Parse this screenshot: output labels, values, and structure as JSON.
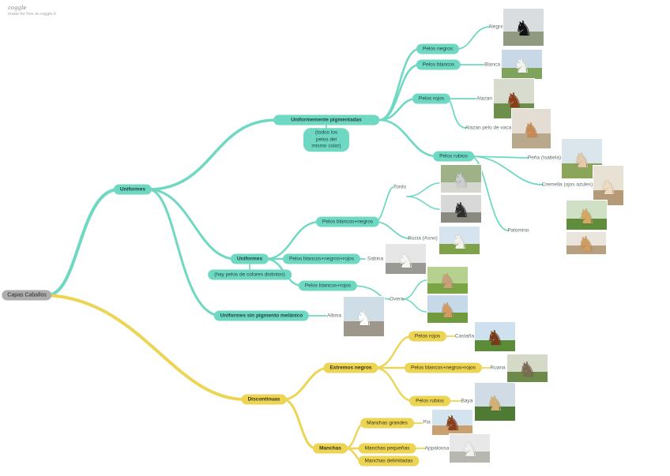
{
  "brand": {
    "logo": "coggle",
    "tagline": "made for free at coggle.it"
  },
  "colors": {
    "teal_branch": "#6ed8c2",
    "yellow_branch": "#ecd455",
    "root": "#aeaeae"
  },
  "root": {
    "label": "Capas Caballos"
  },
  "uniformes": {
    "label": "Uniformes",
    "pigmentadas": {
      "label": "Uniformemente pigmentadas",
      "note": "(todos los pelos del mismo color)",
      "negros": {
        "label": "Pelos negros",
        "leaf": "Negra"
      },
      "blancos": {
        "label": "Pelos blancos",
        "leaf": "Blanca"
      },
      "rojos": {
        "label": "Pelos rojos",
        "leaf1": "Alazan",
        "leaf2": "Alazan pelo de vaca"
      },
      "rubios": {
        "label": "Pelos rubios",
        "leaf1": "Peña (Isabela)",
        "leaf2": "Cremella (ojos azules)",
        "leaf3": "Palomino"
      }
    },
    "mezcla": {
      "label": "Uniformes",
      "note": "(hay pelos de colores distintos)",
      "bn": {
        "label": "Pelos blancos+negros",
        "leaf1": "Tordo",
        "leaf2": "Rucia (Asno)"
      },
      "bnr": {
        "label": "Pelos blancos+negros+rojos",
        "leaf": "Sabina"
      },
      "br": {
        "label": "Pelos blancos+rojos",
        "leaf": "Overa"
      }
    },
    "sin_pigmento": {
      "label": "Uniformes sin pigmento melánico",
      "leaf": "Albina"
    }
  },
  "discontinuas": {
    "label": "Discontinuas",
    "extremos": {
      "label": "Extremos negros",
      "rojos": {
        "label": "Pelos rojos",
        "leaf": "Castaña"
      },
      "bnr": {
        "label": "Pelos blancos+negros+rojos",
        "leaf": "Ruana"
      },
      "rubios": {
        "label": "Pelos rubios",
        "leaf": "Baya"
      }
    },
    "manchas": {
      "label": "Manchas",
      "grandes": {
        "label": "Manchas grandes",
        "leaf": "Pia"
      },
      "pequenas": {
        "label": "Manchas pequeñas",
        "leaf": "Appaloosa"
      },
      "delimitadas": {
        "label": "Manchas delimitadas"
      }
    }
  },
  "photos": [
    {
      "id": "negra",
      "sky": "#d9dde0",
      "ground": "#8f9a80",
      "horse": "#111111"
    },
    {
      "id": "blanca",
      "sky": "#c9d8e6",
      "ground": "#7fa35a",
      "horse": "#f2f2ee"
    },
    {
      "id": "alazan",
      "sky": "#d7dccf",
      "ground": "#6d8f4a",
      "horse": "#8a3d17"
    },
    {
      "id": "alazan-vaca",
      "sky": "#e4ddd3",
      "ground": "#b9a98c",
      "horse": "#c88a52"
    },
    {
      "id": "pena",
      "sky": "#dbe6ec",
      "ground": "#8ba65b",
      "horse": "#e6c9a6"
    },
    {
      "id": "cremella",
      "sky": "#e8e2d5",
      "ground": "#b49a76",
      "horse": "#efdcc0"
    },
    {
      "id": "palomino-1",
      "sky": "#cfe0c4",
      "ground": "#5f8d3c",
      "horse": "#d8a562"
    },
    {
      "id": "palomino-2",
      "sky": "#e9e4dc",
      "ground": "#b89f7f",
      "horse": "#cf9c5d"
    },
    {
      "id": "tordo-1",
      "sky": "#9fb187",
      "ground": "#d6d6d0",
      "horse": "#cdcdcd"
    },
    {
      "id": "tordo-2",
      "sky": "#d8d8d8",
      "ground": "#8a8a80",
      "horse": "#2e2e2e"
    },
    {
      "id": "rucia",
      "sky": "#d6e4f0",
      "ground": "#7fa14a",
      "horse": "#f3f1ec"
    },
    {
      "id": "sabina",
      "sky": "#e6e6e6",
      "ground": "#9a9a94",
      "horse": "#f5f5f2"
    },
    {
      "id": "overa-1",
      "sky": "#b6d08e",
      "ground": "#7aa544",
      "horse": "#caa07a"
    },
    {
      "id": "overa-2",
      "sky": "#c6d9e8",
      "ground": "#6f9a3e",
      "horse": "#d39a62"
    },
    {
      "id": "albina",
      "sky": "#cfdde6",
      "ground": "#9c968b",
      "horse": "#fbfbfb"
    },
    {
      "id": "castana",
      "sky": "#cfe0ee",
      "ground": "#5d8c39",
      "horse": "#7a3b1a"
    },
    {
      "id": "ruana",
      "sky": "#d5d9c8",
      "ground": "#6e8a4a",
      "horse": "#7c6a52"
    },
    {
      "id": "baya",
      "sky": "#d1dbe6",
      "ground": "#4f7a34",
      "horse": "#d3b072"
    },
    {
      "id": "pia",
      "sky": "#d4e4ef",
      "ground": "#c9a070",
      "horse": "#8a3f1c"
    },
    {
      "id": "appaloosa",
      "sky": "#e8e8e8",
      "ground": "#b7b7b0",
      "horse": "#f0f0ee"
    }
  ]
}
